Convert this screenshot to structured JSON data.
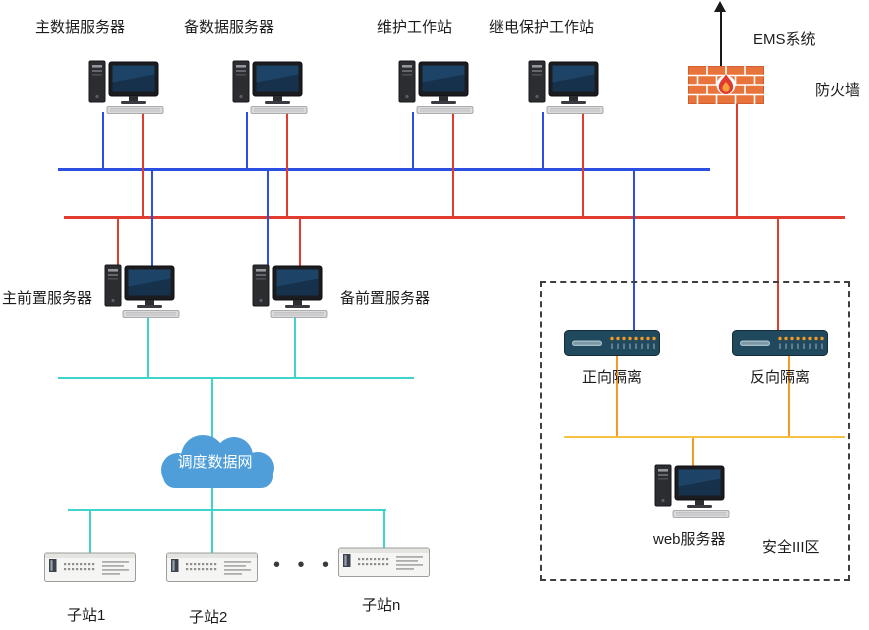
{
  "nodes": {
    "main_data_server": {
      "label": "主数据服务器"
    },
    "backup_data_server": {
      "label": "备数据服务器"
    },
    "maintenance_workstation": {
      "label": "维护工作站"
    },
    "relay_protection_workstation": {
      "label": "继电保护工作站"
    },
    "ems_system": {
      "label": "EMS系统"
    },
    "firewall": {
      "label": "防火墙"
    },
    "main_front_server": {
      "label": "主前置服务器"
    },
    "backup_front_server": {
      "label": "备前置服务器"
    },
    "forward_isolation": {
      "label": "正向隔离"
    },
    "reverse_isolation": {
      "label": "反向隔离"
    },
    "dispatch_data_network": {
      "label": "调度数据网"
    },
    "web_server": {
      "label": "web服务器"
    },
    "security_zone_iii": {
      "label": "安全III区"
    },
    "substation_1": {
      "label": "子站1"
    },
    "substation_2": {
      "label": "子站2"
    },
    "substation_n": {
      "label": "子站n"
    },
    "substation_ellipsis": {
      "label": "• • •"
    }
  },
  "colors": {
    "bus_blue": "#2b4fe0",
    "bus_red": "#e23b30",
    "link_cyan": "#3fd4cb",
    "link_orange": "#f59a23",
    "link_yellow": "#f6c244",
    "arrow_black": "#1a1a1a",
    "cloud_blue": "#4f9ed9",
    "firewall_brick": "#e8743c",
    "isolation_navy": "#21495e"
  }
}
